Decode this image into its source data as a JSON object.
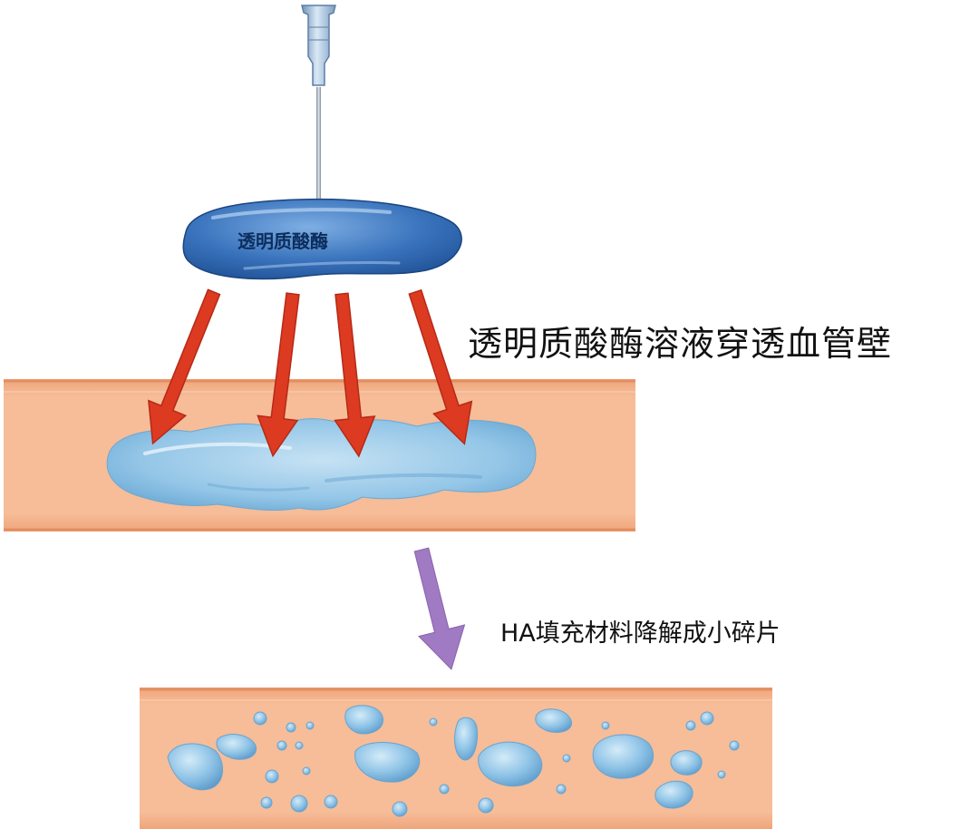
{
  "labels": {
    "enzyme_label": "透明质酸酶",
    "step1_caption": "透明质酸酶溶液穿透血管壁",
    "step2_caption": "HA填充材料降解成小碎片"
  },
  "colors": {
    "vessel_fill": "#f6bb96",
    "vessel_edge": "#ea9d73",
    "enzyme_blue": "#2f69b3",
    "filler_blue": "#8fc6e6",
    "arrow_red": "#dd3a22",
    "arrow_purple": "#a07ac2"
  },
  "icons": {
    "syringe": "syringe-needle-icon",
    "arrow_down": "arrow-down-icon"
  }
}
